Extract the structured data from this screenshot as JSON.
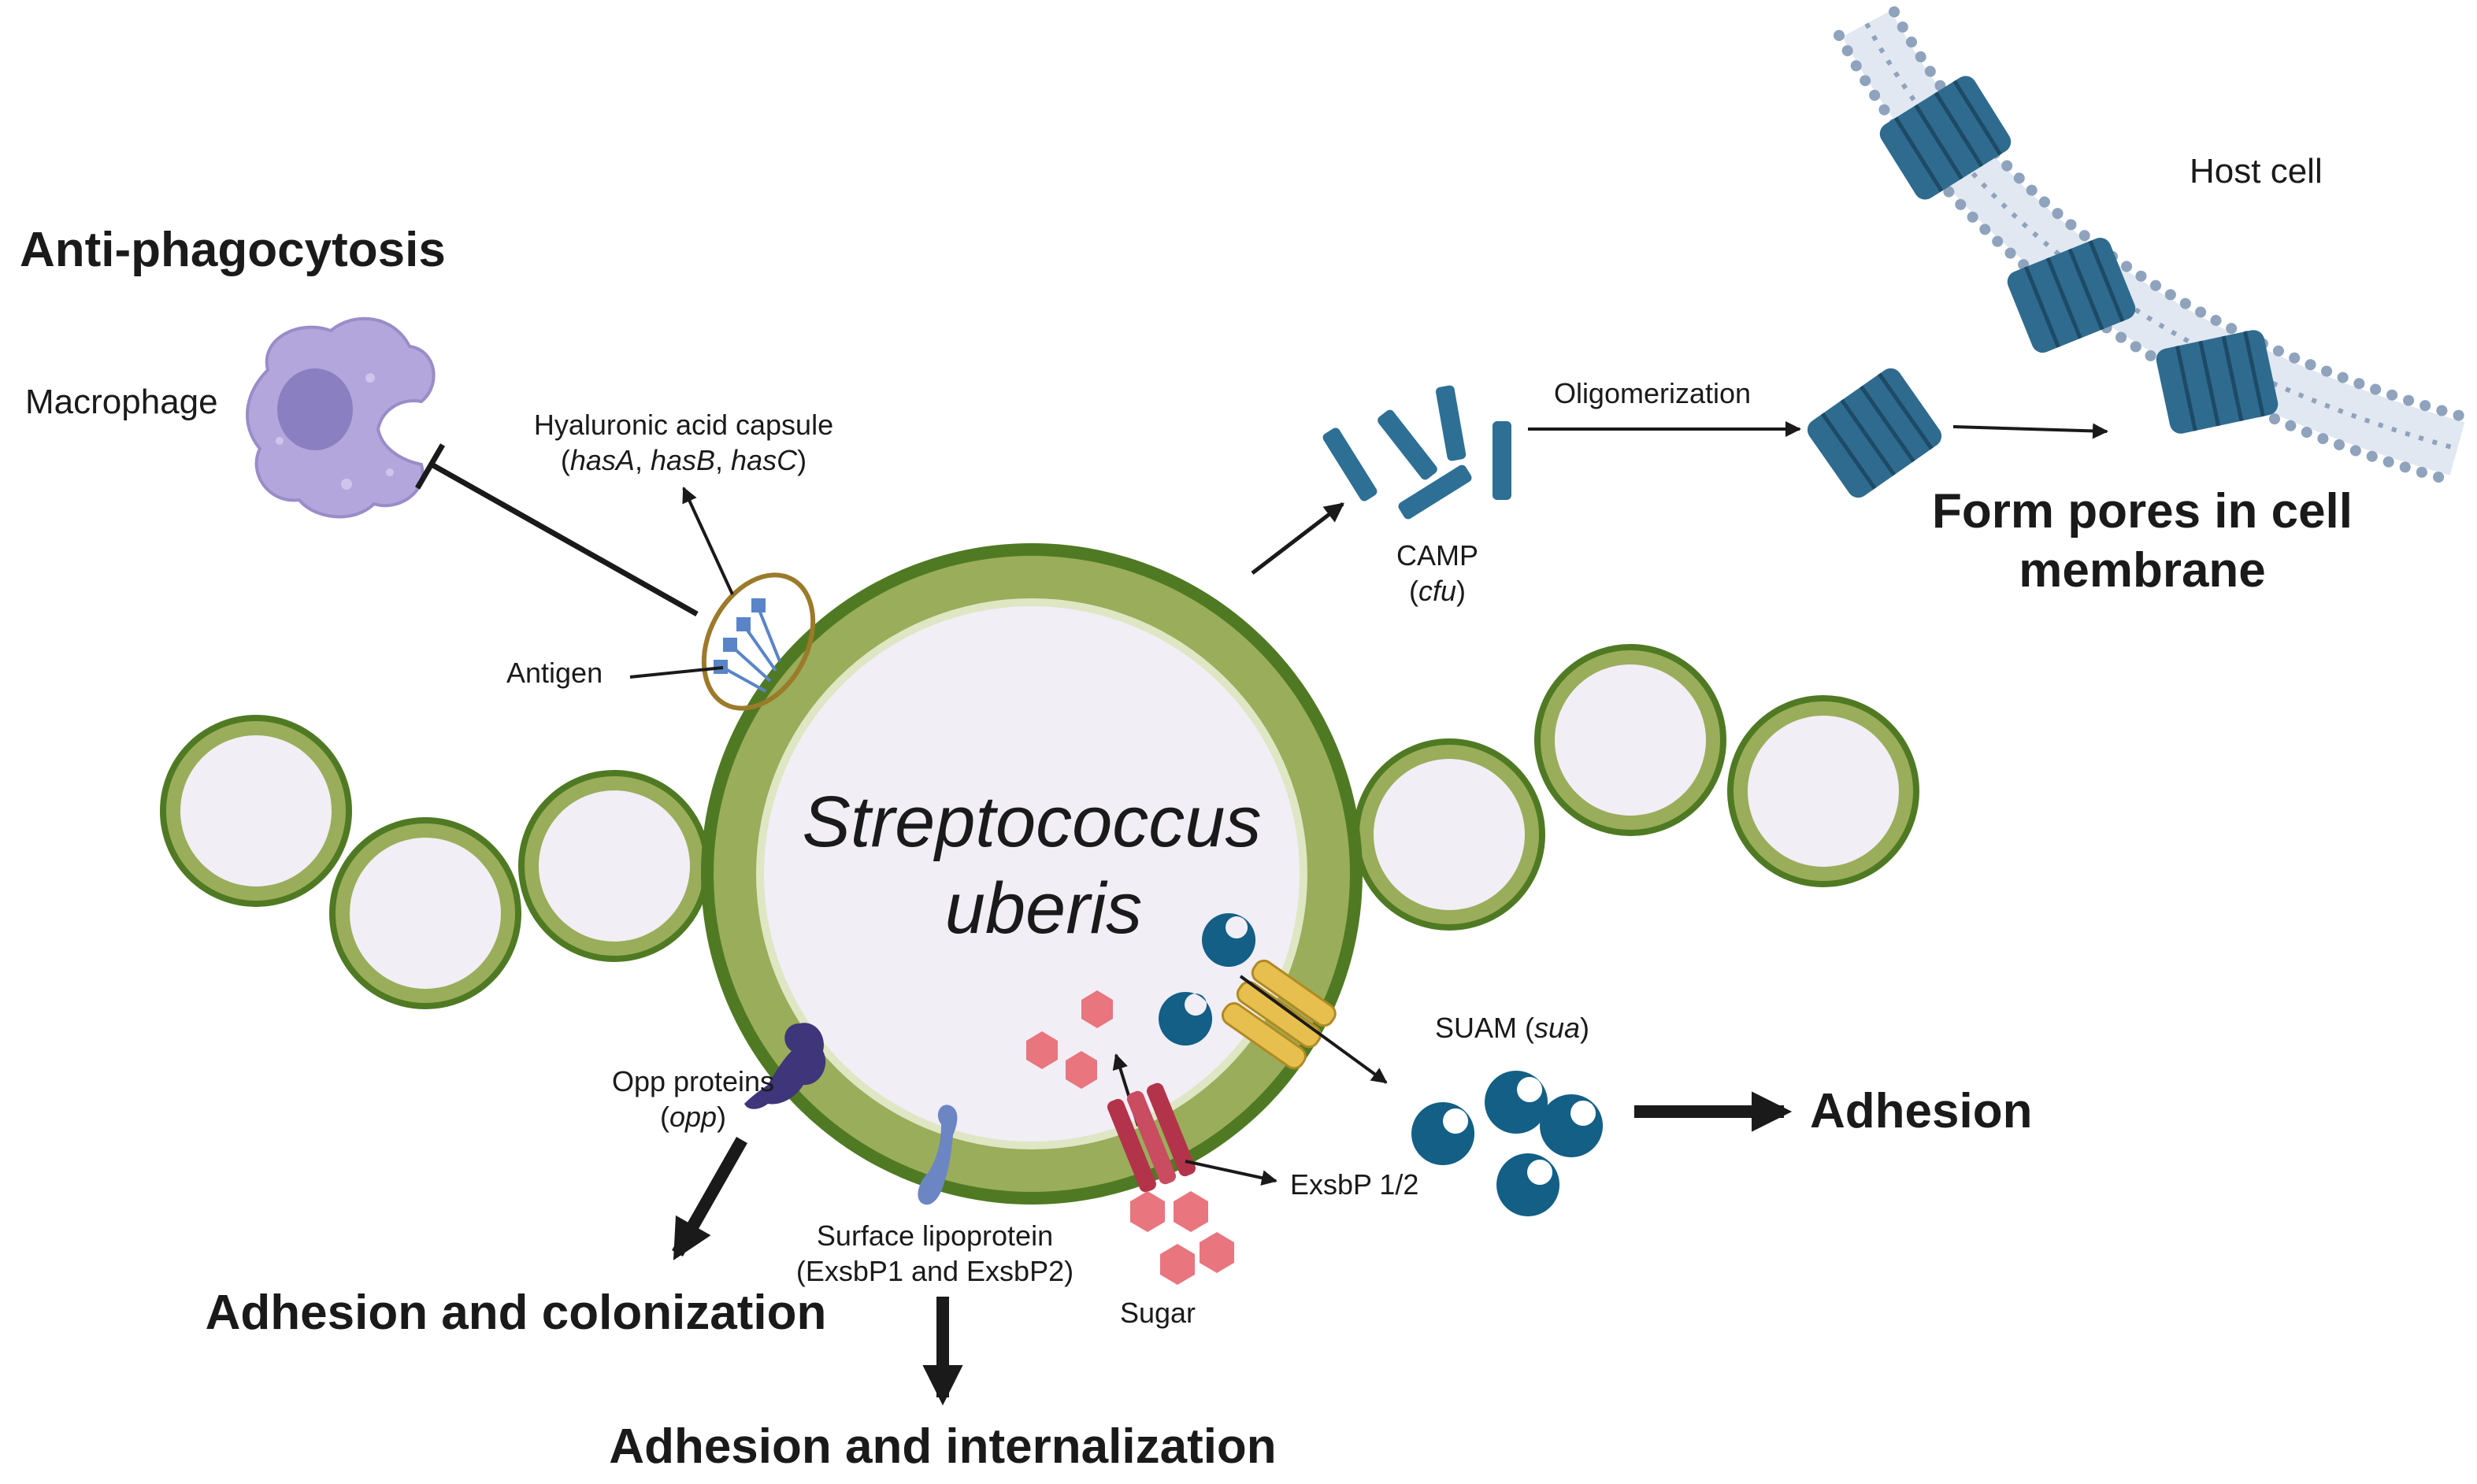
{
  "diagram": {
    "organism_line1": "Streptococcus",
    "organism_line2": "uberis",
    "anti_phagocytosis": "Anti-phagocytosis",
    "macrophage": "Macrophage",
    "capsule_line1": "Hyaluronic acid capsule",
    "capsule_genes": [
      {
        "text": "(",
        "italic": false
      },
      {
        "text": "hasA",
        "italic": true
      },
      {
        "text": ", ",
        "italic": false
      },
      {
        "text": "hasB",
        "italic": true
      },
      {
        "text": ", ",
        "italic": false
      },
      {
        "text": "hasC",
        "italic": true
      },
      {
        "text": ")",
        "italic": false
      }
    ],
    "antigen": "Antigen",
    "camp_line1": "CAMP",
    "camp_gene": [
      {
        "text": "(",
        "italic": false
      },
      {
        "text": "cfu",
        "italic": true
      },
      {
        "text": ")",
        "italic": false
      }
    ],
    "oligomerization": "Oligomerization",
    "host_cell": "Host cell",
    "form_pores_line1": "Form pores in cell",
    "form_pores_line2": "membrane",
    "suam": [
      {
        "text": "SUAM (",
        "italic": false
      },
      {
        "text": "sua",
        "italic": true
      },
      {
        "text": ")",
        "italic": false
      }
    ],
    "adhesion": "Adhesion",
    "opp_line1": "Opp proteins",
    "opp_gene": [
      {
        "text": "(",
        "italic": false
      },
      {
        "text": "opp",
        "italic": true
      },
      {
        "text": ")",
        "italic": false
      }
    ],
    "adhesion_colonization": "Adhesion and colonization",
    "surface_lipoprotein_line1": "Surface lipoprotein",
    "surface_lipoprotein_line2": "(ExsbP1 and ExsbP2)",
    "adhesion_internalization": "Adhesion and internalization",
    "exsbp": "ExsbP 1/2",
    "sugar": "Sugar"
  },
  "colors": {
    "cell_wall_dark": "#4f7a23",
    "cell_wall_light": "#9aad5a",
    "cell_interior": "#f1eef6",
    "macrophage": "#b3a6dc",
    "macrophage_nucleus": "#8a7fc0",
    "capsule_ring": "#9b7a2a",
    "antigen_blue": "#5a84c8",
    "camp_blue": "#2e6f95",
    "pore_blue": "#2f6b8e",
    "membrane_dots": "#8fa3bd",
    "suam_teal": "#135f86",
    "sugar_pink": "#e9757e",
    "transporter_red": "#b3344a",
    "transporter_yellow": "#e6bf4f",
    "opp_purple": "#3f357a",
    "lipoprotein_blue": "#6c86c4"
  }
}
